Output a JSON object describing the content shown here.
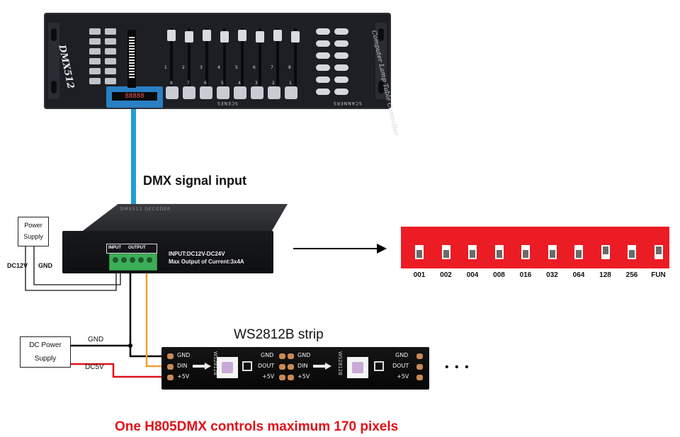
{
  "console": {
    "brand": "DMX512",
    "title": "Computer Lamp Table Controller",
    "display": "88888",
    "scenes_label": "SCENES",
    "scanners_label": "SCANNERS",
    "fader_numbers": [
      "1",
      "2",
      "3",
      "4",
      "5",
      "6",
      "7",
      "8"
    ],
    "scene_numbers": [
      "8",
      "7",
      "6",
      "5",
      "4",
      "3",
      "2",
      "1"
    ]
  },
  "labels": {
    "dmx_signal": "DMX signal input",
    "power_supply_line1": "Power",
    "power_supply_line2": "Supply",
    "dc12v": "DC12V",
    "gnd_top": "GND",
    "dc_power_line1": "DC Power",
    "dc_power_line2": "Supply",
    "gnd_bottom": "GND",
    "dc5v": "DC5V",
    "strip_title": "WS2812B strip",
    "ellipsis": "• • •",
    "footer": "One H805DMX controls maximum 170 pixels"
  },
  "decoder": {
    "model_label": "DMX512 DECODER",
    "input_label": "INPUT",
    "output_label": "OUTPUT",
    "spec_line1": "INPUT:DC12V-DC24V",
    "spec_line2": "Max Output of Current:3x4A"
  },
  "dip_switch": {
    "labels": [
      "001",
      "002",
      "004",
      "008",
      "016",
      "032",
      "064",
      "128",
      "256",
      "FUN"
    ],
    "states_up": [
      false,
      false,
      false,
      false,
      false,
      false,
      false,
      true,
      false,
      true
    ]
  },
  "strip": {
    "segment1": [
      "GND",
      "DIN",
      "+5V"
    ],
    "segment2_left": [
      "GND",
      "DOUT",
      "+5V"
    ],
    "segment2_right": [
      "GND",
      "DIN",
      "+5V"
    ],
    "segment3": [
      "GND",
      "DOUT",
      "+5V"
    ],
    "chip_text": "WS2812B"
  },
  "colors": {
    "dmx_cable": "#1e9ed8",
    "wire_black": "#000000",
    "wire_red": "#e0111a",
    "wire_orange": "#f0a02a",
    "dip_red": "#ec1c24",
    "footer_red": "#e0111a",
    "terminal_green": "#3cae57"
  }
}
